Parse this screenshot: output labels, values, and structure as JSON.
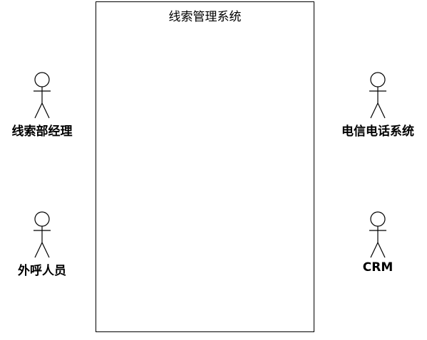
{
  "system": {
    "title": "线索管理系统"
  },
  "actors": [
    {
      "name": "线索部经理",
      "icon": "stick-figure-icon"
    },
    {
      "name": "电信电话系统",
      "icon": "stick-figure-icon"
    },
    {
      "name": "外呼人员",
      "icon": "stick-figure-icon"
    },
    {
      "name": "CRM",
      "icon": "stick-figure-icon"
    }
  ],
  "colors": {
    "stroke": "#000000",
    "background": "#ffffff"
  }
}
